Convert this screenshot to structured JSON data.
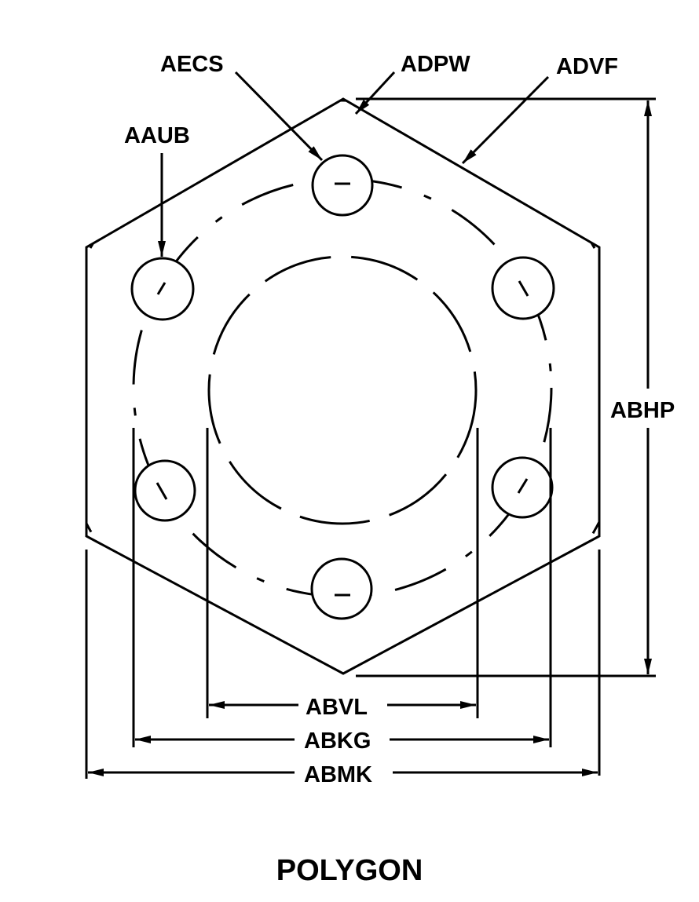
{
  "diagram": {
    "title": "POLYGON",
    "shape": "hexagon",
    "stroke_color": "#000000",
    "background_color": "#ffffff",
    "callouts": {
      "aecs": "AECS",
      "adpw": "ADPW",
      "advf": "ADVF",
      "aaub": "AAUB"
    },
    "dimensions": {
      "abhp": "ABHP",
      "abvl": "ABVL",
      "abkg": "ABKG",
      "abmk": "ABMK"
    }
  }
}
